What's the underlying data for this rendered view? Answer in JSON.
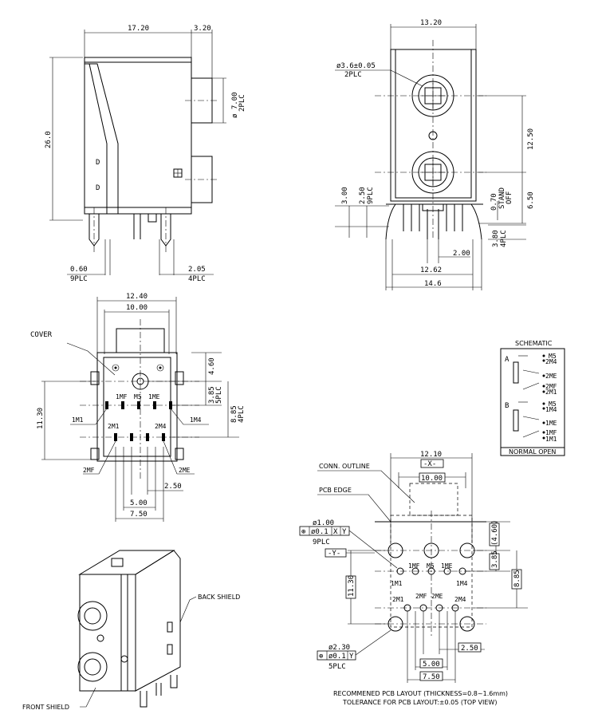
{
  "side_view": {
    "dim_top": "17.20",
    "dim_top_right": "3.20",
    "dim_height": "26.0",
    "dim_dia": "ø 7.00",
    "dim_dia_note": "2PLC",
    "dim_pin": "0.60",
    "dim_pin_note": "9PLC",
    "dim_pin2": "2.05",
    "dim_pin2_note": "4PLC",
    "mark_d1": "D",
    "mark_d2": "D"
  },
  "front_view": {
    "dim_width": "13.20",
    "dim_hole": "ø3.6±0.05",
    "dim_hole_note": "2PLC",
    "dim_pitch": "12.50",
    "dim_low": "6.50",
    "dim_standoff": "0.70",
    "dim_standoff_note1": "STAND",
    "dim_standoff_note2": "OFF",
    "dim_300": "3.00",
    "dim_250": "2.50",
    "dim_250_note": "9PLC",
    "dim_380": "3.80",
    "dim_380_note": "4PLC",
    "dim_200": "2.00",
    "dim_1262": "12.62",
    "dim_146": "14.6"
  },
  "bottom_view": {
    "dim_1240": "12.40",
    "dim_1000": "10.00",
    "cover": "COVER",
    "dim_460": "4.60",
    "dim_385": "3.85",
    "dim_385_note": "5PLC",
    "dim_885": "8.85",
    "dim_885_note": "4PLC",
    "dim_1130": "11.30",
    "pins_top": [
      "1MF",
      "M5",
      "1ME"
    ],
    "pin_1m1": "1M1",
    "pin_1m4": "1M4",
    "pin_2m1": "2M1",
    "pin_2m4": "2M4",
    "pin_2mf": "2MF",
    "pin_2me": "2ME",
    "dim_250": "2.50",
    "dim_500": "5.00",
    "dim_750": "7.50"
  },
  "schematic": {
    "title": "SCHEMATIC",
    "a": "A",
    "b": "B",
    "labels_a": [
      "M5",
      "2M4",
      "2ME",
      "2MF",
      "2M1"
    ],
    "labels_b": [
      "M5",
      "1M4",
      "1ME",
      "1MF",
      "1M1"
    ],
    "footer": "NORMAL OPEN"
  },
  "iso_view": {
    "back_shield": "BACK SHIELD",
    "front_shield": "FRONT SHIELD"
  },
  "pcb_layout": {
    "dim_1210": "12.10",
    "ref_x": "-X-",
    "dim_1000": "10.00",
    "conn_outline": "CONN. OUTLINE",
    "pcb_edge": "PCB EDGE",
    "hole_dia": "ø1.00",
    "tol_sym": "⊕",
    "tol_val": "ø0.1",
    "tol_ref1": "X",
    "tol_ref2": "Y",
    "hole_note": "9PLC",
    "ref_y": "-Y-",
    "dim_460": "(4.60)",
    "dim_385": "3.85",
    "dim_885": "8.85",
    "dim_1130": "11.30",
    "pins_top": [
      "1MF",
      "M5",
      "1ME"
    ],
    "pin_1m1": "1M1",
    "pin_1m4": "1M4",
    "pins_bottom": [
      "2M1",
      "2MF",
      "2ME",
      "2M4"
    ],
    "hole2_dia": "ø2.30",
    "tol2_val": "ø0.1",
    "tol2_ref": "Y",
    "hole2_note": "5PLC",
    "dim_250": "2.50",
    "dim_500": "5.00",
    "dim_750": "7.50",
    "caption1": "RECOMMENED PCB LAYOUT (THICKNESS=0.8~1.6mm)",
    "caption2": "TOLERANCE FOR PCB LAYOUT:±0.05 (TOP VIEW)"
  }
}
